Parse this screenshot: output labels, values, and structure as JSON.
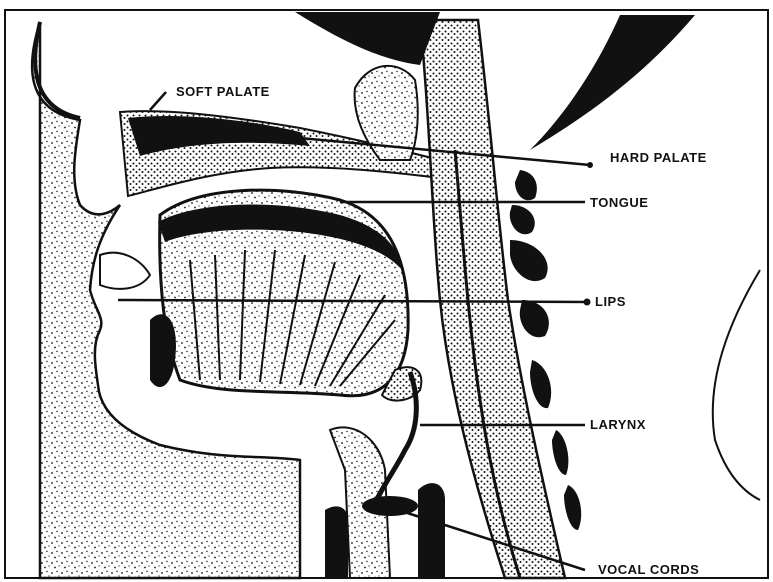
{
  "diagram": {
    "labels": {
      "soft_palate": "SOFT PALATE",
      "hard_palate": "HARD PALATE",
      "tongue": "TONGUE",
      "lips": "LIPS",
      "larynx": "LARYNX",
      "vocal_cords": "VOCAL CORDS"
    },
    "colors": {
      "ink": "#111111",
      "paper": "#ffffff"
    }
  }
}
